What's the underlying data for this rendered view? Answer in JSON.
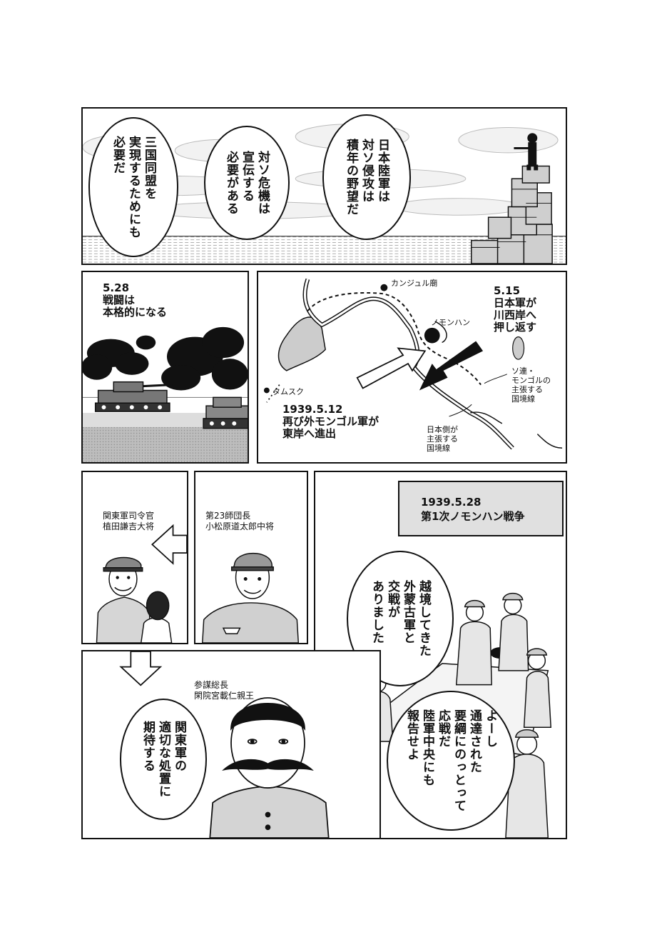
{
  "panel1": {
    "bubbles": [
      [
        "日本陸軍は",
        "対ソ侵攻は",
        "積年の野望だ"
      ],
      [
        "対ソ危機は",
        "宣伝する",
        "必要がある"
      ],
      [
        "三国同盟を",
        "実現するためにも",
        "必要だ"
      ]
    ]
  },
  "panel2": {
    "caption": [
      "5.28",
      "戦闘は",
      "本格的になる"
    ]
  },
  "panel3": {
    "caption_top": [
      "5.15",
      "日本軍が",
      "川西岸へ",
      "押し返す"
    ],
    "caption_bottom": [
      "1939.5.12",
      "再び外モンゴル軍が",
      "東岸へ進出"
    ],
    "labels": {
      "kanjur": "カンジュル廟",
      "nomonhan": "ノモンハン",
      "tamsk": "タムスク",
      "soviet_line": [
        "ソ連・",
        "モンゴルの",
        "主張する",
        "国境線"
      ],
      "japan_line": [
        "日本側が",
        "主張する",
        "国境線"
      ]
    }
  },
  "panel4": {
    "caption": [
      "関東軍司令官",
      "植田謙吉大将"
    ]
  },
  "panel5": {
    "caption": [
      "第23師団長",
      "小松原道太郎中将"
    ]
  },
  "panel6": {
    "caption": [
      "1939.5.28",
      "第1次ノモンハン戦争"
    ],
    "bubble1": [
      "越境してきた",
      "外蒙古軍と",
      "交戦が",
      "ありました"
    ],
    "bubble2": [
      "よーし",
      "通達された",
      "要綱にのっとって",
      "応戦だ",
      "陸軍中央にも",
      "報告せよ"
    ]
  },
  "panel7": {
    "caption": [
      "参謀総長",
      "閑院宮載仁親王"
    ],
    "bubble": [
      "関東軍の",
      "適切な処置に",
      "期待する"
    ]
  }
}
